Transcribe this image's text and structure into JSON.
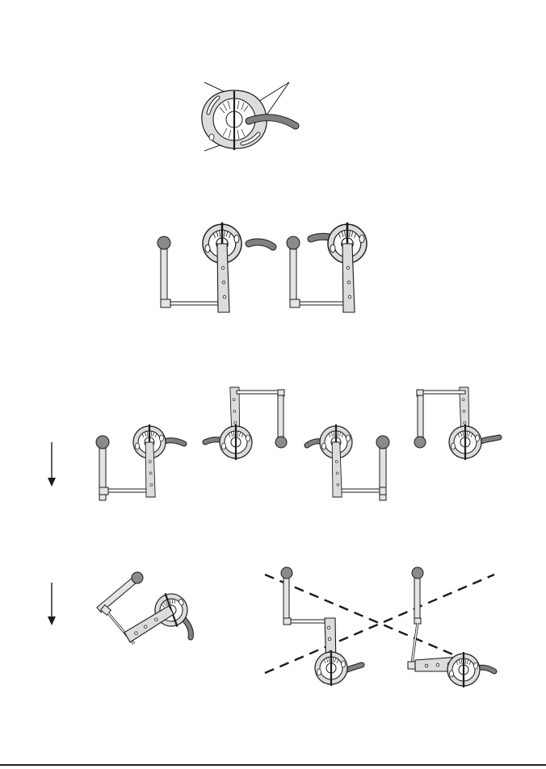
{
  "colors": {
    "outline": "#1a1a1a",
    "metal_light": "#dcdcdc",
    "metal_mid": "#c8c8c8",
    "knob": "#8a8a8a",
    "cable": "#808080",
    "white": "#ffffff"
  },
  "figures": [
    {
      "id": "sensor-detail",
      "icon": "pulse-sensor-disc-icon"
    },
    {
      "id": "row-2-arm-mountings",
      "icon": "arm-mounting-icon"
    },
    {
      "id": "row-3-arm-mountings",
      "icon": "arm-mounting-icon"
    },
    {
      "id": "row-4-tilted-mountings",
      "icon": "arm-mounting-icon"
    }
  ],
  "arrows": [
    {
      "id": "direction-arrow-1",
      "icon": "arrow-down-icon"
    },
    {
      "id": "direction-arrow-2",
      "icon": "arrow-down-icon"
    }
  ]
}
